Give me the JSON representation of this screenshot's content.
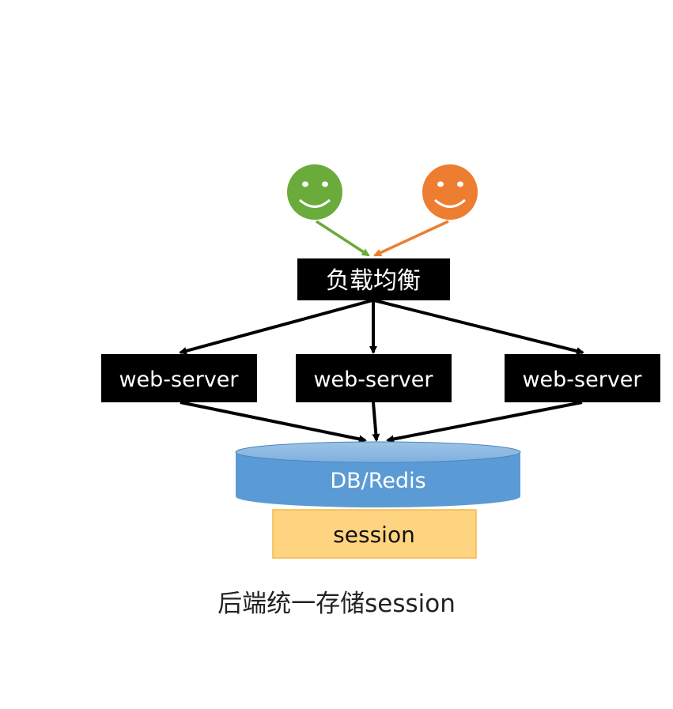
{
  "users": [
    {
      "icon": "smiley-face-icon",
      "color": "#6aab3c"
    },
    {
      "icon": "smiley-face-icon",
      "color": "#ed7d31"
    }
  ],
  "load_balancer": {
    "label": "负载均衡"
  },
  "web_servers": [
    {
      "label": "web-server"
    },
    {
      "label": "web-server"
    },
    {
      "label": "web-server"
    }
  ],
  "database": {
    "label": "DB/Redis",
    "color": "#5b9bd5"
  },
  "session_store": {
    "label": "session",
    "color": "#ffd480"
  },
  "caption": "后端统一存储session"
}
